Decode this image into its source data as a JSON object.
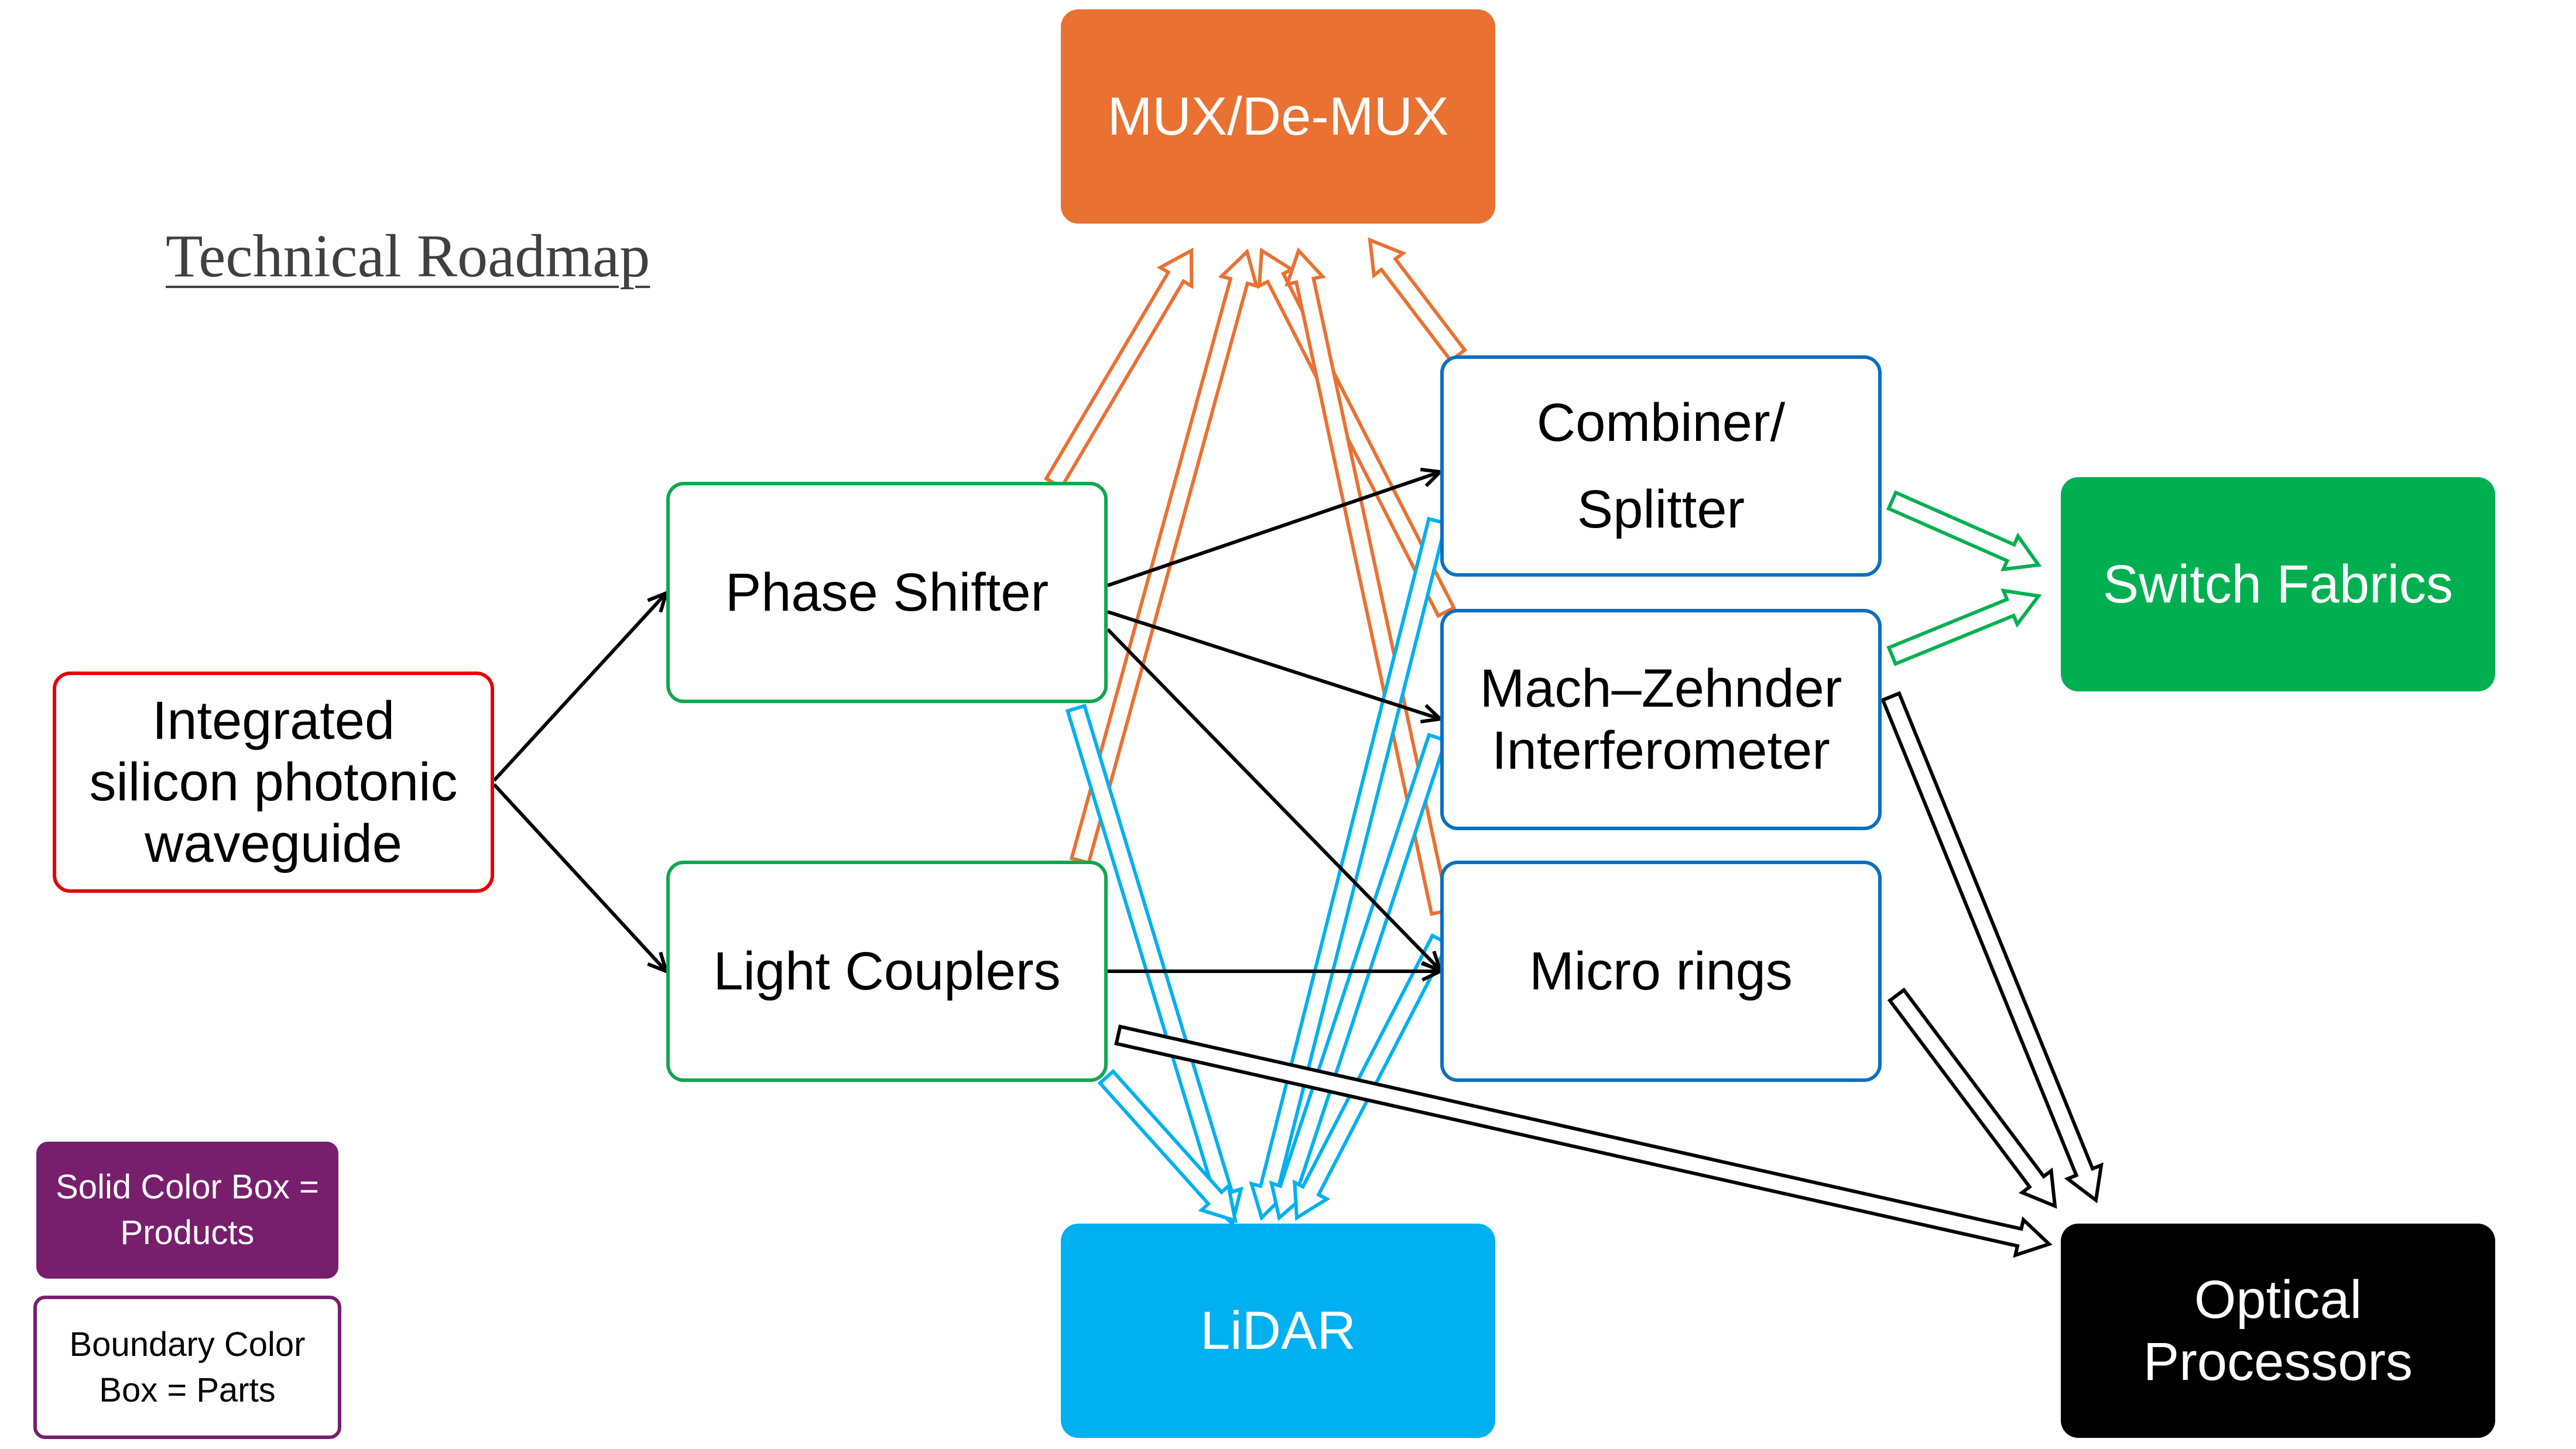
{
  "title": "Technical Roadmap",
  "colors": {
    "mux": "#E97132",
    "lidar": "#00B0F0",
    "switch": "#00B050",
    "optical": "#000000",
    "waveguide_border": "#E50000",
    "parts_green": "#12A650",
    "parts_blue": "#0B6FBF",
    "legend_purple": "#771F6D"
  },
  "nodes": {
    "waveguide": {
      "line1": "Integrated",
      "line2": "silicon photonic",
      "line3": "waveguide"
    },
    "phase_shifter": "Phase Shifter",
    "light_couplers": "Light Couplers",
    "combiner": {
      "line1": "Combiner/",
      "line2": "Splitter"
    },
    "mzi": {
      "line1": "Mach–Zehnder",
      "line2": "Interferometer"
    },
    "micro_rings": "Micro rings",
    "mux": "MUX/De-MUX",
    "lidar": "LiDAR",
    "switch_fabrics": "Switch Fabrics",
    "optical_processors": {
      "line1": "Optical",
      "line2": "Processors"
    }
  },
  "legend": {
    "solid": {
      "line1": "Solid Color Box =",
      "line2": "Products"
    },
    "boundary": {
      "line1": "Boundary Color",
      "line2": "Box = Parts"
    }
  }
}
